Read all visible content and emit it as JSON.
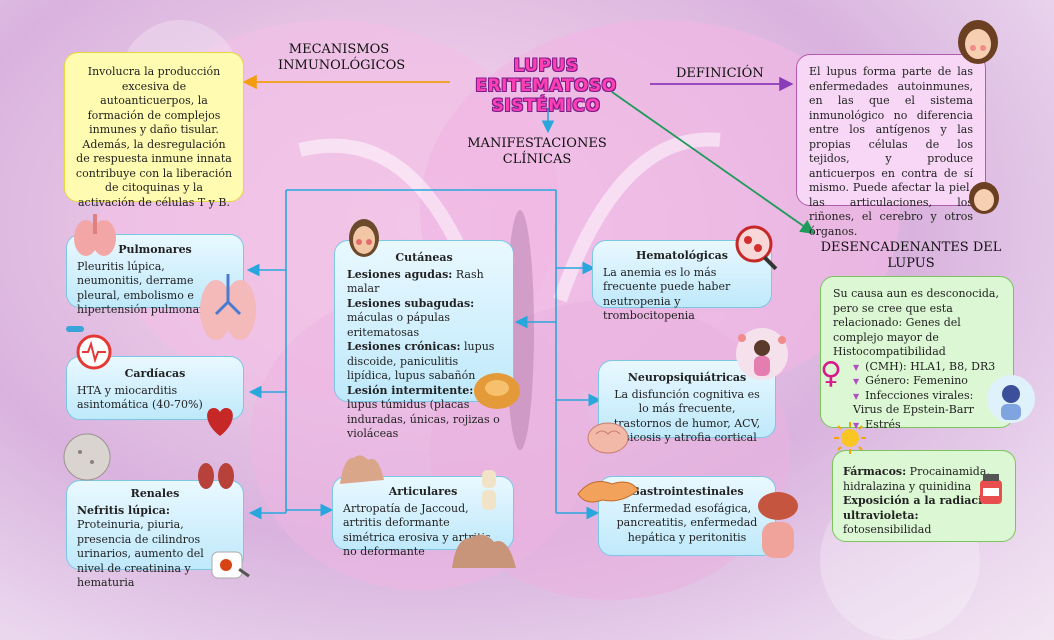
{
  "title": {
    "line1": "LUPUS ERITEMATOSO",
    "line2": "SISTÉMICO"
  },
  "labels": {
    "mecanismos": "MECANISMOS INMUNOLÓGICOS",
    "definicion": "DEFINICIÓN",
    "manifestaciones": "MANIFESTACIONES CLÍNICAS",
    "desencadenantes": "DESENCADENANTES DEL LUPUS"
  },
  "mecanismos_text": "Involucra la producción excesiva de autoanticuerpos, la formación de complejos inmunes y daño tisular. Además, la desregulación de respuesta inmune innata contribuye con la liberación de citoquinas y la activación de células T y B.",
  "definicion_text": "El lupus forma parte de las enfermedades autoinmunes, en las que el sistema inmunológico no diferencia entre los antígenos y las propias células de los tejidos, y produce anticuerpos en contra de sí mismo. Puede afectar la piel, las articulaciones, los riñones, el cerebro y otros órganos.",
  "pulmonares": {
    "title": "Pulmonares",
    "text": "Pleuritis lúpica, neumonitis, derrame pleural, embolismo e hipertensión pulmonares"
  },
  "cardiacas": {
    "title": "Cardíacas",
    "text": "HTA y miocarditis asintomática (40-70%)"
  },
  "renales": {
    "title": "Renales",
    "bold": "Nefritis lúpica:",
    "text": " Proteinuria, piuria, presencia de cilindros urinarios, aumento del nivel de creatinina y hematuria"
  },
  "cutaneas": {
    "title": "Cutáneas",
    "b1": "Lesiones agudas:",
    "t1": " Rash malar",
    "b2": "Lesiones subagudas:",
    "t2": " máculas o pápulas eritematosas",
    "b3": "Lesiones crónicas:",
    "t3": " lupus discoide, paniculitis lipídica, lupus sabañón",
    "b4": "Lesión intermitente:",
    "t4": " lupus túmidus (placas induradas, únicas, rojizas o violáceas"
  },
  "articulares": {
    "title": "Articulares",
    "text": "Artropatía de Jaccoud, artritis deformante simétrica erosiva y artritis no deformante"
  },
  "hematologicas": {
    "title": "Hematológicas",
    "text": "La anemia es lo más frecuente puede haber neutropenia y trombocitopenia"
  },
  "neuro": {
    "title": "Neuropsiquiátricas",
    "text": "La disfunción cognitiva es lo más frecuente, trastornos de humor, ACV, psicosis y atrofia cortical"
  },
  "gastro": {
    "title": "Gastrointestinales",
    "text": "Enfermedad esofágica, pancreatitis, enfermedad hepática y peritonitis"
  },
  "desencadenantes": {
    "intro": "Su causa aun es desconocida, pero se cree que esta relacionado: Genes del complejo mayor de Histocompatibilidad",
    "items": [
      "(CMH): HLA1, B8, DR3",
      "Género: Femenino",
      "Infecciones virales: Virus de Epstein-Barr",
      "Estrés"
    ]
  },
  "farmacos": {
    "b1": "Fármacos:",
    "t1": " Procainamida, hidralazina y quinidina",
    "b2": "Exposición a la radiación ultravioleta:",
    "t2": " fotosensibilidad"
  },
  "colors": {
    "connector": "#29a7dd",
    "title_pink": "#ff3fb3",
    "definicion_arrow": "#8a3bb8",
    "desencadenantes_arrow": "#1e9a5a",
    "mecanismos_arrow": "#f39c12"
  }
}
